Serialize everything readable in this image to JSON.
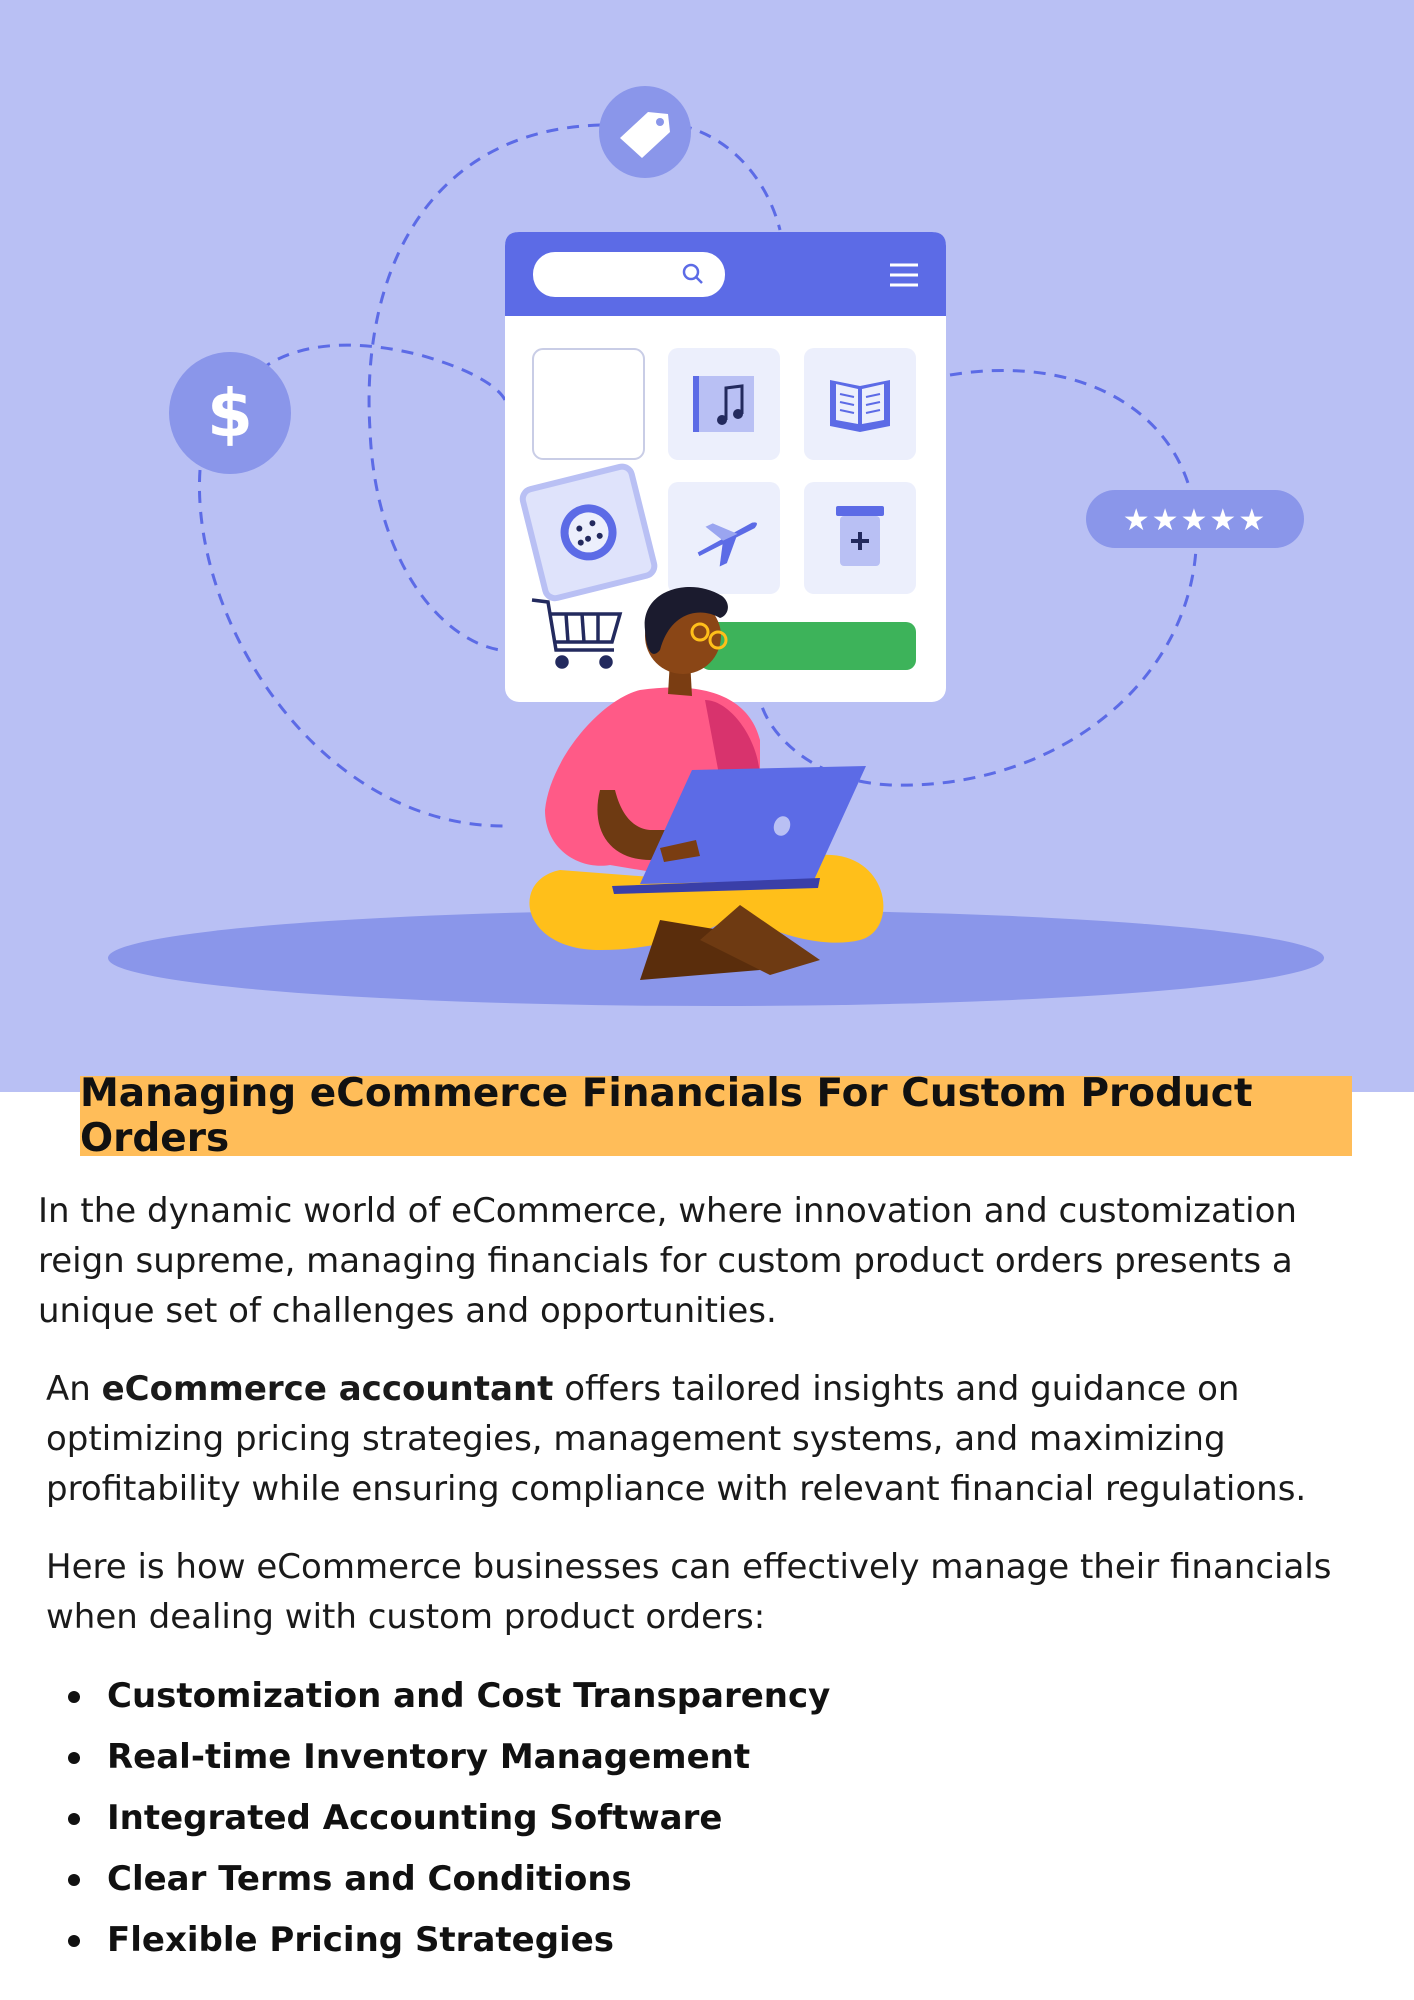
{
  "hero": {
    "illustration": "woman-with-laptop-ecommerce-illustration",
    "colors": {
      "background": "#b9c0f4",
      "accent": "#5c6be6",
      "floor": "#8a96ea",
      "cart_bar": "#3db35a",
      "shirt": "#ff5a87",
      "pants": "#ffbf1a"
    },
    "icons": [
      "price-tag-icon",
      "dollar-icon",
      "search-icon",
      "hamburger-menu-icon",
      "music-icon",
      "book-icon",
      "cookie-icon",
      "airplane-icon",
      "medicine-icon",
      "shopping-cart-icon",
      "five-star-rating",
      "laptop-icon"
    ]
  },
  "title": "Managing eCommerce Financials For Custom Product Orders",
  "intro": "In the dynamic world of eCommerce, where innovation and customization reign supreme, managing financials for custom product orders presents a unique set of challenges and opportunities.",
  "accountant": {
    "prefix": "An ",
    "bold": "eCommerce accountant",
    "suffix": " offers tailored insights and guidance on optimizing pricing strategies, management systems, and maximizing profitability while ensuring compliance with relevant financial regulations."
  },
  "lead_in": "Here is how eCommerce businesses can effectively manage their financials when dealing with custom product orders:",
  "bullets": [
    "Customization and Cost Transparency",
    "Real-time Inventory Management",
    "Integrated Accounting Software",
    "Clear Terms and Conditions",
    "Flexible Pricing Strategies"
  ]
}
